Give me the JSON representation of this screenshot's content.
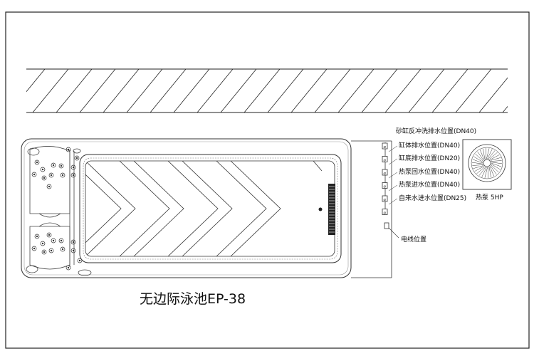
{
  "title": "无边际泳池EP-38",
  "labels": [
    {
      "key": "sand_filter_backwash",
      "text": "砂缸反冲洗排水位置(DN40)"
    },
    {
      "key": "tank_drain",
      "text": "缸体排水位置(DN40)"
    },
    {
      "key": "bottom_drain",
      "text": "缸底排水位置(DN20)"
    },
    {
      "key": "heat_pump_return",
      "text": "热泵回水位置(DN40)"
    },
    {
      "key": "heat_pump_inlet",
      "text": "热泵进水位置(DN40)"
    },
    {
      "key": "tap_water_inlet",
      "text": "自来水进水位置(DN25)"
    }
  ],
  "power_label": "电线位置",
  "heat_pump_label": "热泵 5HP"
}
